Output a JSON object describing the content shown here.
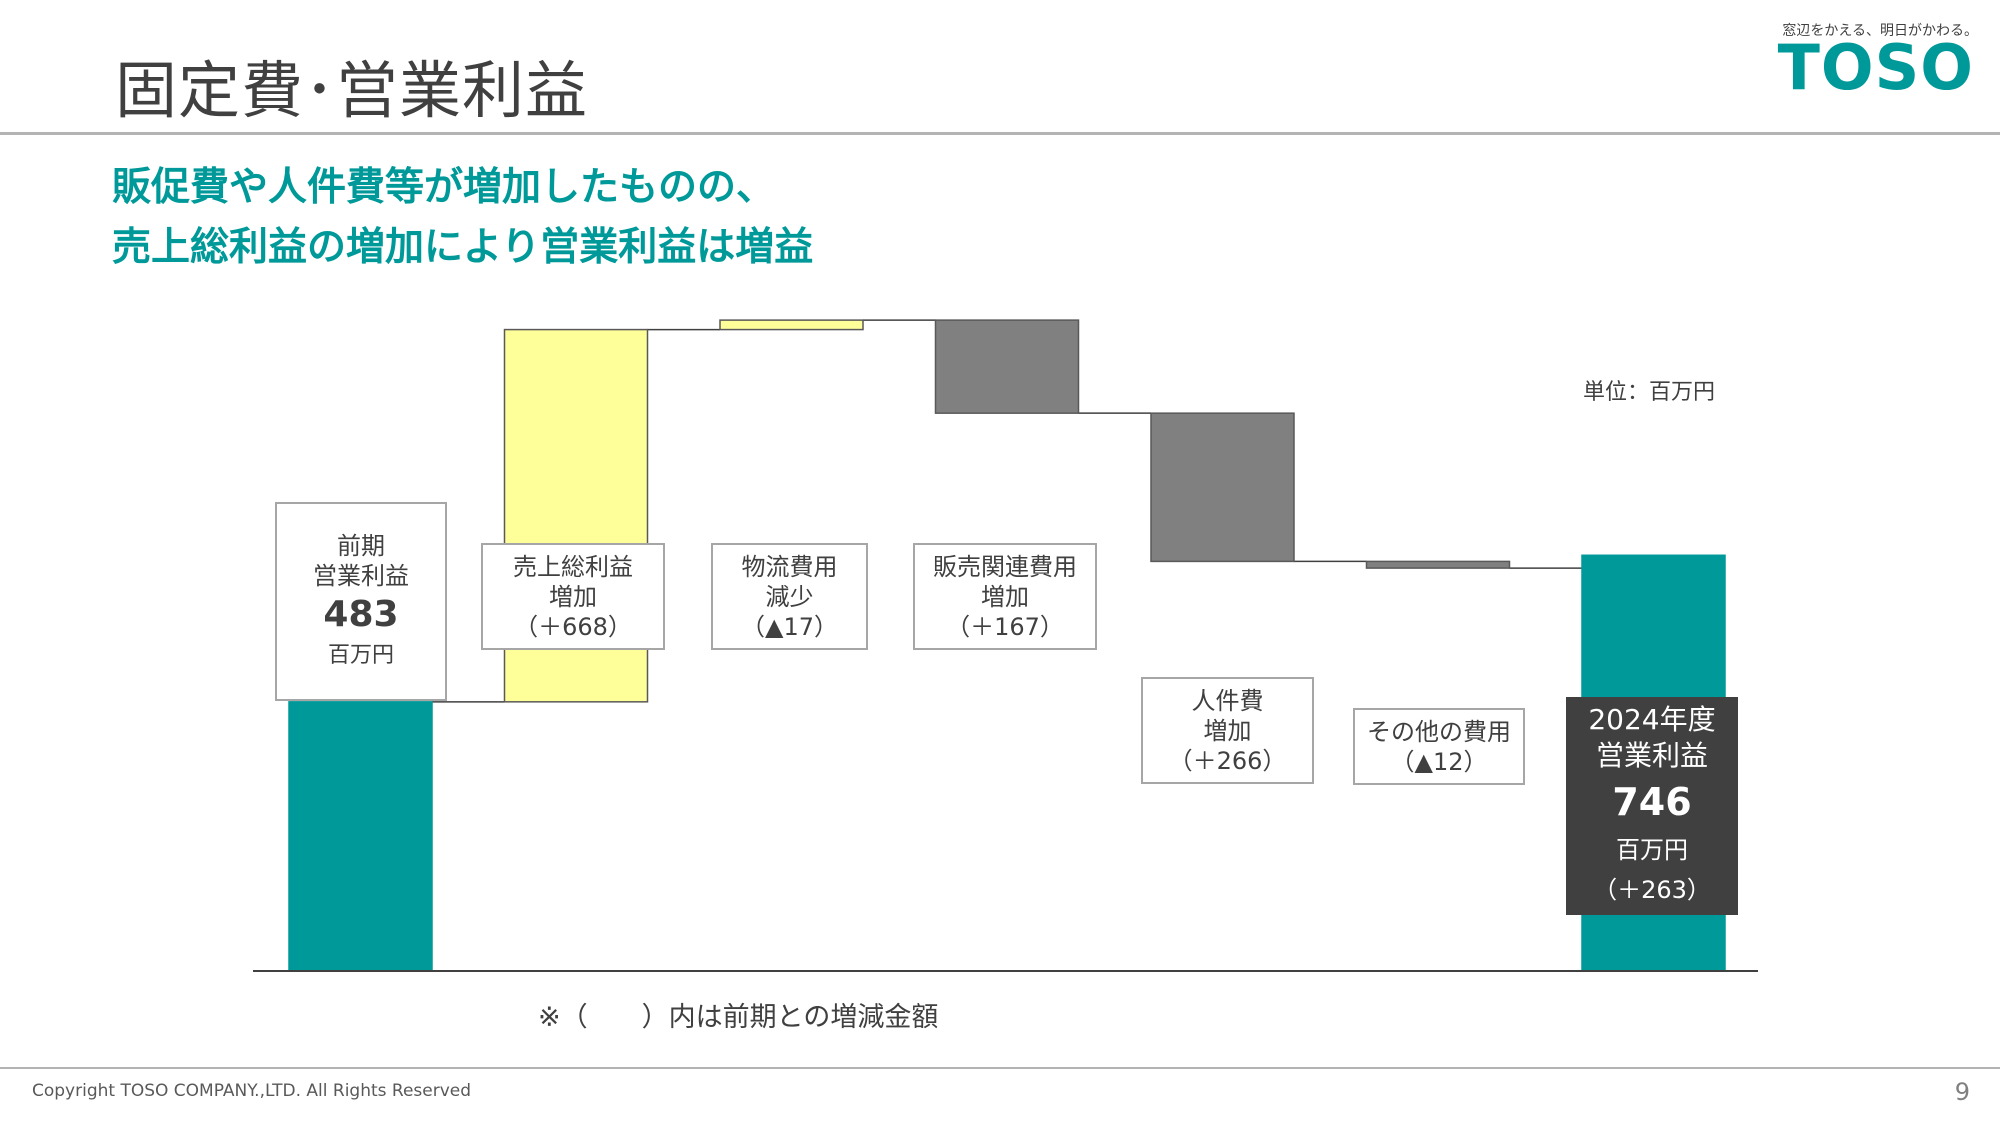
{
  "title": "固定費･営業利益",
  "logo": {
    "tagline": "窓辺をかえる、明日がかわる。",
    "brand": "TOSO"
  },
  "headline": [
    "販促費や人件費等が増加したものの、",
    "売上総利益の増加により営業利益は増益"
  ],
  "unit": "単位：百万円",
  "chart_data": {
    "type": "bar",
    "subtype": "waterfall",
    "categories": [
      "前期営業利益",
      "売上総利益増加",
      "物流費用減少",
      "販売関連費用増加",
      "人件費増加",
      "その他の費用",
      "2024年度営業利益"
    ],
    "values": [
      483,
      668,
      17,
      -167,
      -266,
      -12,
      746
    ],
    "colors": {
      "total": "#009999",
      "increase": "#ffff99",
      "decrease": "#808080"
    },
    "ylim": [
      0,
      1100
    ]
  },
  "labels": {
    "prior": {
      "line1": "前期",
      "line2": "営業利益",
      "value": "483",
      "unit": "百万円"
    },
    "gross": {
      "line1": "売上総利益",
      "line2": "増加",
      "delta": "（＋668）"
    },
    "logistics": {
      "line1": "物流費用",
      "line2": "減少",
      "delta": "（▲17）"
    },
    "sales": {
      "line1": "販売関連費用",
      "line2": "増加",
      "delta": "（＋167）"
    },
    "personnel": {
      "line1": "人件費",
      "line2": "増加",
      "delta": "（＋266）"
    },
    "other": {
      "line1": "その他の費用",
      "delta": "（▲12）"
    },
    "current": {
      "line1": "2024年度",
      "line2": "営業利益",
      "value": "746",
      "unit": "百万円",
      "delta": "（＋263）"
    }
  },
  "footnote": "※（　　）内は前期との増減金額",
  "footer": {
    "copyright": "Copyright TOSO COMPANY.,LTD. All Rights Reserved",
    "page": "9"
  }
}
